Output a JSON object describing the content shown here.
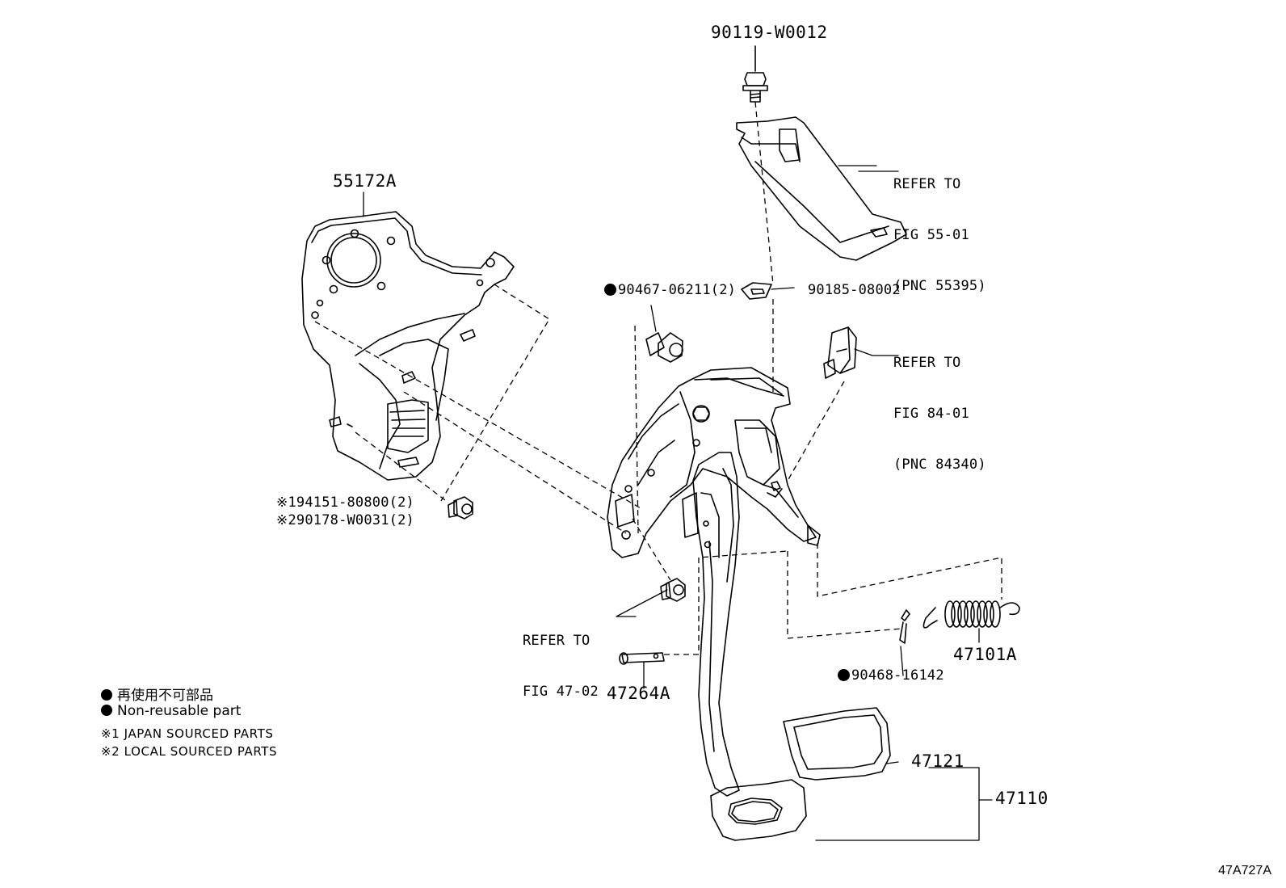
{
  "parts": {
    "bolt_top": "90119-W0012",
    "bracket": "55172A",
    "ref_55": [
      "REFER TO",
      "FIG 55-01",
      "(PNC 55395)"
    ],
    "clip_top": "90185-08002",
    "stopper": "90467-06211(2)",
    "ref_84": [
      "REFER TO",
      "FIG 84-01",
      "(PNC 84340)"
    ],
    "nut_japan": "94151-80800(2)",
    "nut_local": "90178-W0031(2)",
    "ref_47": [
      "REFER TO",
      "FIG 47-02"
    ],
    "spring": "47101A",
    "clip_spring": "90468-16142",
    "pin": "47264A",
    "pad": "47121",
    "pedal": "47110"
  },
  "markers": {
    "japan": "※1",
    "local": "※2"
  },
  "legend": {
    "non_reusable_jp": "再使用不可部品",
    "non_reusable_en": "Non-reusable part",
    "japan_sourced": "※1 JAPAN SOURCED PARTS",
    "local_sourced": "※2 LOCAL SOURCED PARTS"
  },
  "figure_code": "47A727A"
}
